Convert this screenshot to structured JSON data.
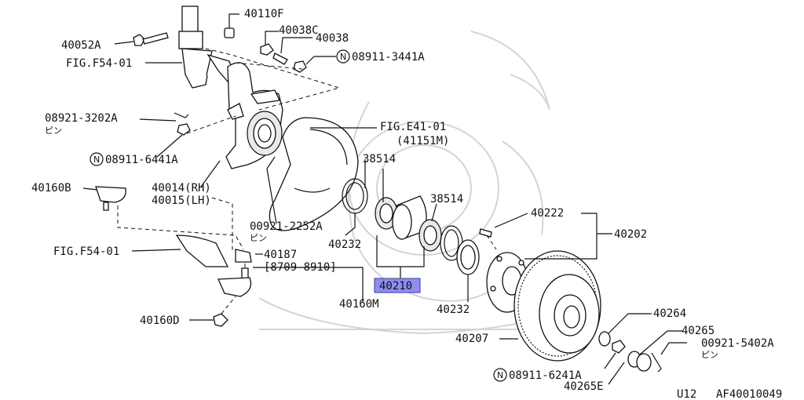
{
  "labels": {
    "p40110F": "40110F",
    "p40038C": "40038C",
    "p40038": "40038",
    "p08911_3441A": "08911-3441A",
    "p40052A": "40052A",
    "figF54_01_top": "FIG.F54-01",
    "p08921_3202A": "08921-3202A",
    "pin_1": "ピン",
    "p08911_6441A": "08911-6441A",
    "figE41_01": "FIG.E41-01",
    "p41151M": "(41151M)",
    "p38514_a": "38514",
    "p38514_b": "38514",
    "p40160B": "40160B",
    "p40014": "40014(RH)",
    "p40015": "40015(LH)",
    "p00921_2252A": "00921-2252A",
    "pin_2": "ピン",
    "p40232_a": "40232",
    "p40222": "40222",
    "p40202": "40202",
    "figF54_01_bottom": "FIG.F54-01",
    "p40187": "40187",
    "range": "[8709-8910]",
    "p40210": "40210",
    "p40160M": "40160M",
    "p40232_b": "40232",
    "p40160D": "40160D",
    "p40264": "40264",
    "p40265": "40265",
    "p00921_5402A": "00921-5402A",
    "pin_3": "ピン",
    "p40207": "40207",
    "p08911_6241A": "08911-6241A",
    "p40265E": "40265E",
    "code_u12": "U12",
    "code_af": "AF40010049",
    "circled_n": "N"
  },
  "highlight_color": "#8e8ef0"
}
